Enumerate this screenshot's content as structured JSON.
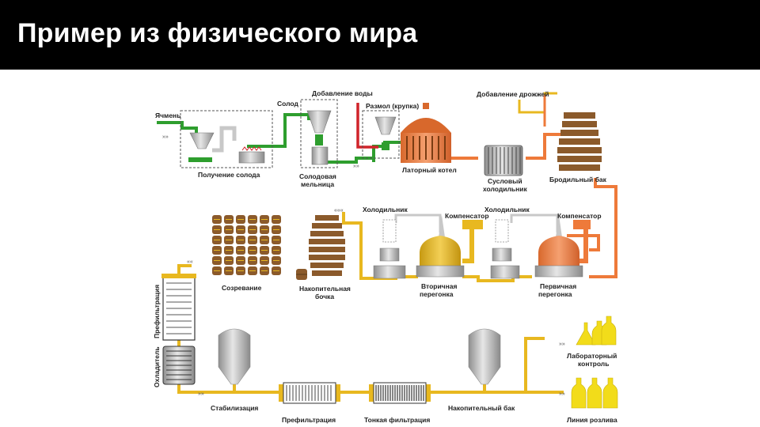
{
  "slide": {
    "title": "Пример из физического мира"
  },
  "diagram": {
    "colors": {
      "green": "#2e9e2e",
      "red": "#d0242a",
      "orange": "#ee7a3a",
      "brown": "#8b5a2b",
      "yellow": "#e8b820",
      "yellow_bright": "#f2dc1a",
      "steel": "#b9b9b9",
      "gray_pipe": "#c8c8c8"
    },
    "labels": {
      "barley": "Ячмень",
      "malting": "Получение солода",
      "malt": "Солод",
      "malt_mill": "Солодовая мельница",
      "water_addition": "Добавление воды",
      "grinding": "Размол (крупка)",
      "lauter_tun": "Латорный котел",
      "wort_cooler": "Сусловый холодильник",
      "yeast_addition": "Добавление дрожжей",
      "fermenter": "Бродильный бак",
      "cooler_1": "Холодильник",
      "cooler_2": "Холодильник",
      "compensator_1": "Компенсатор",
      "compensator_2": "Компенсатор",
      "secondary_distillation": "Вторичная перегонка",
      "primary_distillation": "Первичная перегонка",
      "storage_barrel": "Накопительная бочка",
      "maturation": "Созревание",
      "prefiltration_vertical": "Префильтрация",
      "cooler_vertical": "Охладитель",
      "stabilization": "Стабилизация",
      "prefiltration": "Префильтрация",
      "fine_filtration": "Тонкая фильтрация",
      "storage_tank": "Накопительный бак",
      "lab_control": "Лабораторный контроль",
      "retail_line": "Линия розлива"
    }
  }
}
